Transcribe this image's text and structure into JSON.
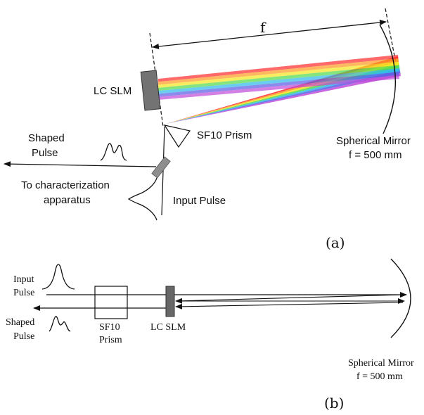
{
  "panel_a": {
    "focal_label": "f",
    "lc_slm": "LC SLM",
    "prism": "SF10 Prism",
    "mirror_name": "Spherical Mirror",
    "mirror_focal": "f = 500 mm",
    "shaped_line1": "Shaped",
    "shaped_line2": "Pulse",
    "char_line1": "To characterization",
    "char_line2": "apparatus",
    "input_pulse": "Input Pulse",
    "tag": "(a)"
  },
  "panel_b": {
    "input_line1": "Input",
    "input_line2": "Pulse",
    "shaped_line1": "Shaped",
    "shaped_line2": "Pulse",
    "prism_line1": "SF10",
    "prism_line2": "Prism",
    "lc_slm": "LC SLM",
    "mirror_name": "Spherical Mirror",
    "mirror_focal": "f = 500 mm",
    "tag": "(b)"
  },
  "colors": {
    "spectrum": [
      "#ff2a2a",
      "#ff9a1e",
      "#f2e61c",
      "#4fd84a",
      "#2bb8e8",
      "#5a5ae6",
      "#c04ad8"
    ],
    "slm": "#707070",
    "line": "#111111"
  }
}
